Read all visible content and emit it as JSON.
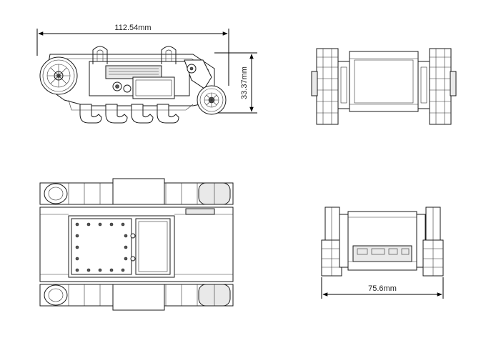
{
  "dimensions": {
    "length": "112.54mm",
    "height": "33.37mm",
    "width": "75.6mm"
  },
  "colors": {
    "line": "#1a1a1a",
    "background": "#ffffff",
    "fill_light": "#e9e9e9"
  }
}
